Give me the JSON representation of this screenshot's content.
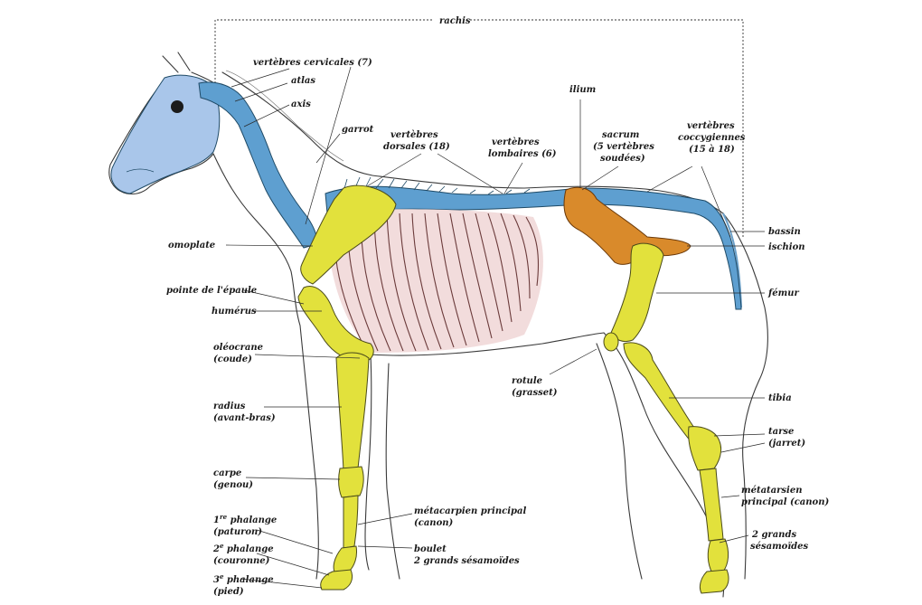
{
  "colors": {
    "vertebrae": "#5e9fd0",
    "skull": "#a9c6ea",
    "limbs": "#e2e13c",
    "pelvis": "#d98a2b",
    "ribs": "#e9c7c7",
    "outline": "#3a3a3a"
  },
  "labels": {
    "rachis": "rachis",
    "vertebres_cervicales": "vertèbres cervicales (7)",
    "atlas": "atlas",
    "axis": "axis",
    "garrot": "garrot",
    "vertebres_dorsales_1": "vertèbres",
    "vertebres_dorsales_2": "dorsales (18)",
    "vertebres_lombaires_1": "vertèbres",
    "vertebres_lombaires_2": "lombaires (6)",
    "ilium": "ilium",
    "sacrum_1": "sacrum",
    "sacrum_2": "(5 vertèbres",
    "sacrum_3": "soudées)",
    "coccygiennes_1": "vertèbres",
    "coccygiennes_2": "coccygiennes",
    "coccygiennes_3": "(15 à 18)",
    "bassin": "bassin",
    "ischion": "ischion",
    "omoplate": "omoplate",
    "pointe_epaule": "pointe de l'épaule",
    "humerus": "humérus",
    "olecrane_1": "oléocrane",
    "olecrane_2": "(coude)",
    "femur": "fémur",
    "rotule_1": "rotule",
    "rotule_2": "(grasset)",
    "tibia": "tibia",
    "radius_1": "radius",
    "radius_2": "(avant-bras)",
    "tarse_1": "tarse",
    "tarse_2": "(jarret)",
    "carpe_1": "carpe",
    "carpe_2": "(genou)",
    "metacarpien_1": "métacarpien principal",
    "metacarpien_2": "(canon)",
    "metatarsien_1": "métatarsien",
    "metatarsien_2": "principal (canon)",
    "phalange1_num": "1",
    "phalange1_sup": "re",
    "phalange1_txt": " phalange",
    "phalange1_sub": "(paturon)",
    "phalange2_num": "2",
    "phalange2_sup": "e",
    "phalange2_txt": " phalange",
    "phalange2_sub": "(couronne)",
    "phalange3_num": "3",
    "phalange3_sup": "e",
    "phalange3_txt": " phalange",
    "phalange3_sub": "(pied)",
    "boulet_1": "boulet",
    "boulet_2": "2 grands sésamoïdes",
    "sesamoides_1": "2 grands",
    "sesamoides_2": "sésamoïdes"
  }
}
